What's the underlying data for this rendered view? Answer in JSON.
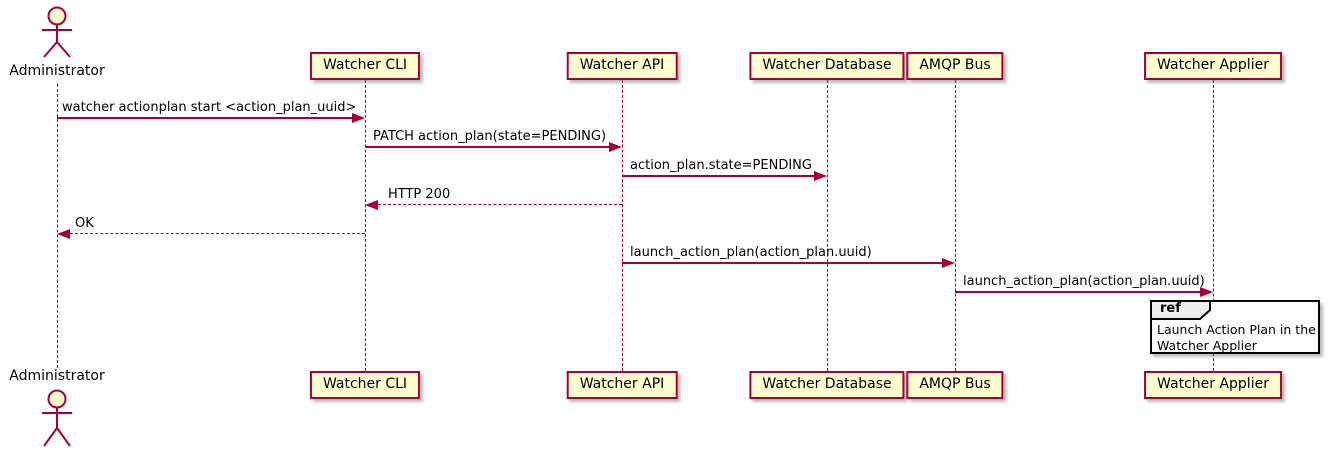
{
  "diagram_type": "sequence",
  "participants": [
    {
      "name": "Administrator",
      "type": "actor"
    },
    {
      "name": "Watcher CLI",
      "type": "participant"
    },
    {
      "name": "Watcher API",
      "type": "participant"
    },
    {
      "name": "Watcher Database",
      "type": "participant"
    },
    {
      "name": "AMQP Bus",
      "type": "participant"
    },
    {
      "name": "Watcher Applier",
      "type": "participant"
    }
  ],
  "messages": [
    {
      "from": "Administrator",
      "to": "Watcher CLI",
      "label": "watcher actionplan start <action_plan_uuid>",
      "line": "solid",
      "direction": "right"
    },
    {
      "from": "Watcher CLI",
      "to": "Watcher API",
      "label": "PATCH action_plan(state=PENDING)",
      "line": "solid",
      "direction": "right"
    },
    {
      "from": "Watcher API",
      "to": "Watcher Database",
      "label": "action_plan.state=PENDING",
      "line": "solid",
      "direction": "right"
    },
    {
      "from": "Watcher API",
      "to": "Watcher CLI",
      "label": "HTTP 200",
      "line": "dashed",
      "direction": "left"
    },
    {
      "from": "Watcher CLI",
      "to": "Administrator",
      "label": "OK",
      "line": "dashed",
      "direction": "left"
    },
    {
      "from": "Watcher API",
      "to": "AMQP Bus",
      "label": "launch_action_plan(action_plan.uuid)",
      "line": "solid",
      "direction": "right"
    },
    {
      "from": "AMQP Bus",
      "to": "Watcher Applier",
      "label": "launch_action_plan(action_plan.uuid)",
      "line": "solid",
      "direction": "right"
    }
  ],
  "ref_fragment": {
    "keyword": "ref",
    "over": "Watcher Applier",
    "text": "Launch Action Plan in the\nWatcher Applier"
  },
  "colors": {
    "accent": "#A80036",
    "participant_fill": "#FEFECE",
    "text": "#000000",
    "ref_border": "#000000",
    "ref_header_fill": "#EEEEEE",
    "background": "#FFFFFF"
  }
}
